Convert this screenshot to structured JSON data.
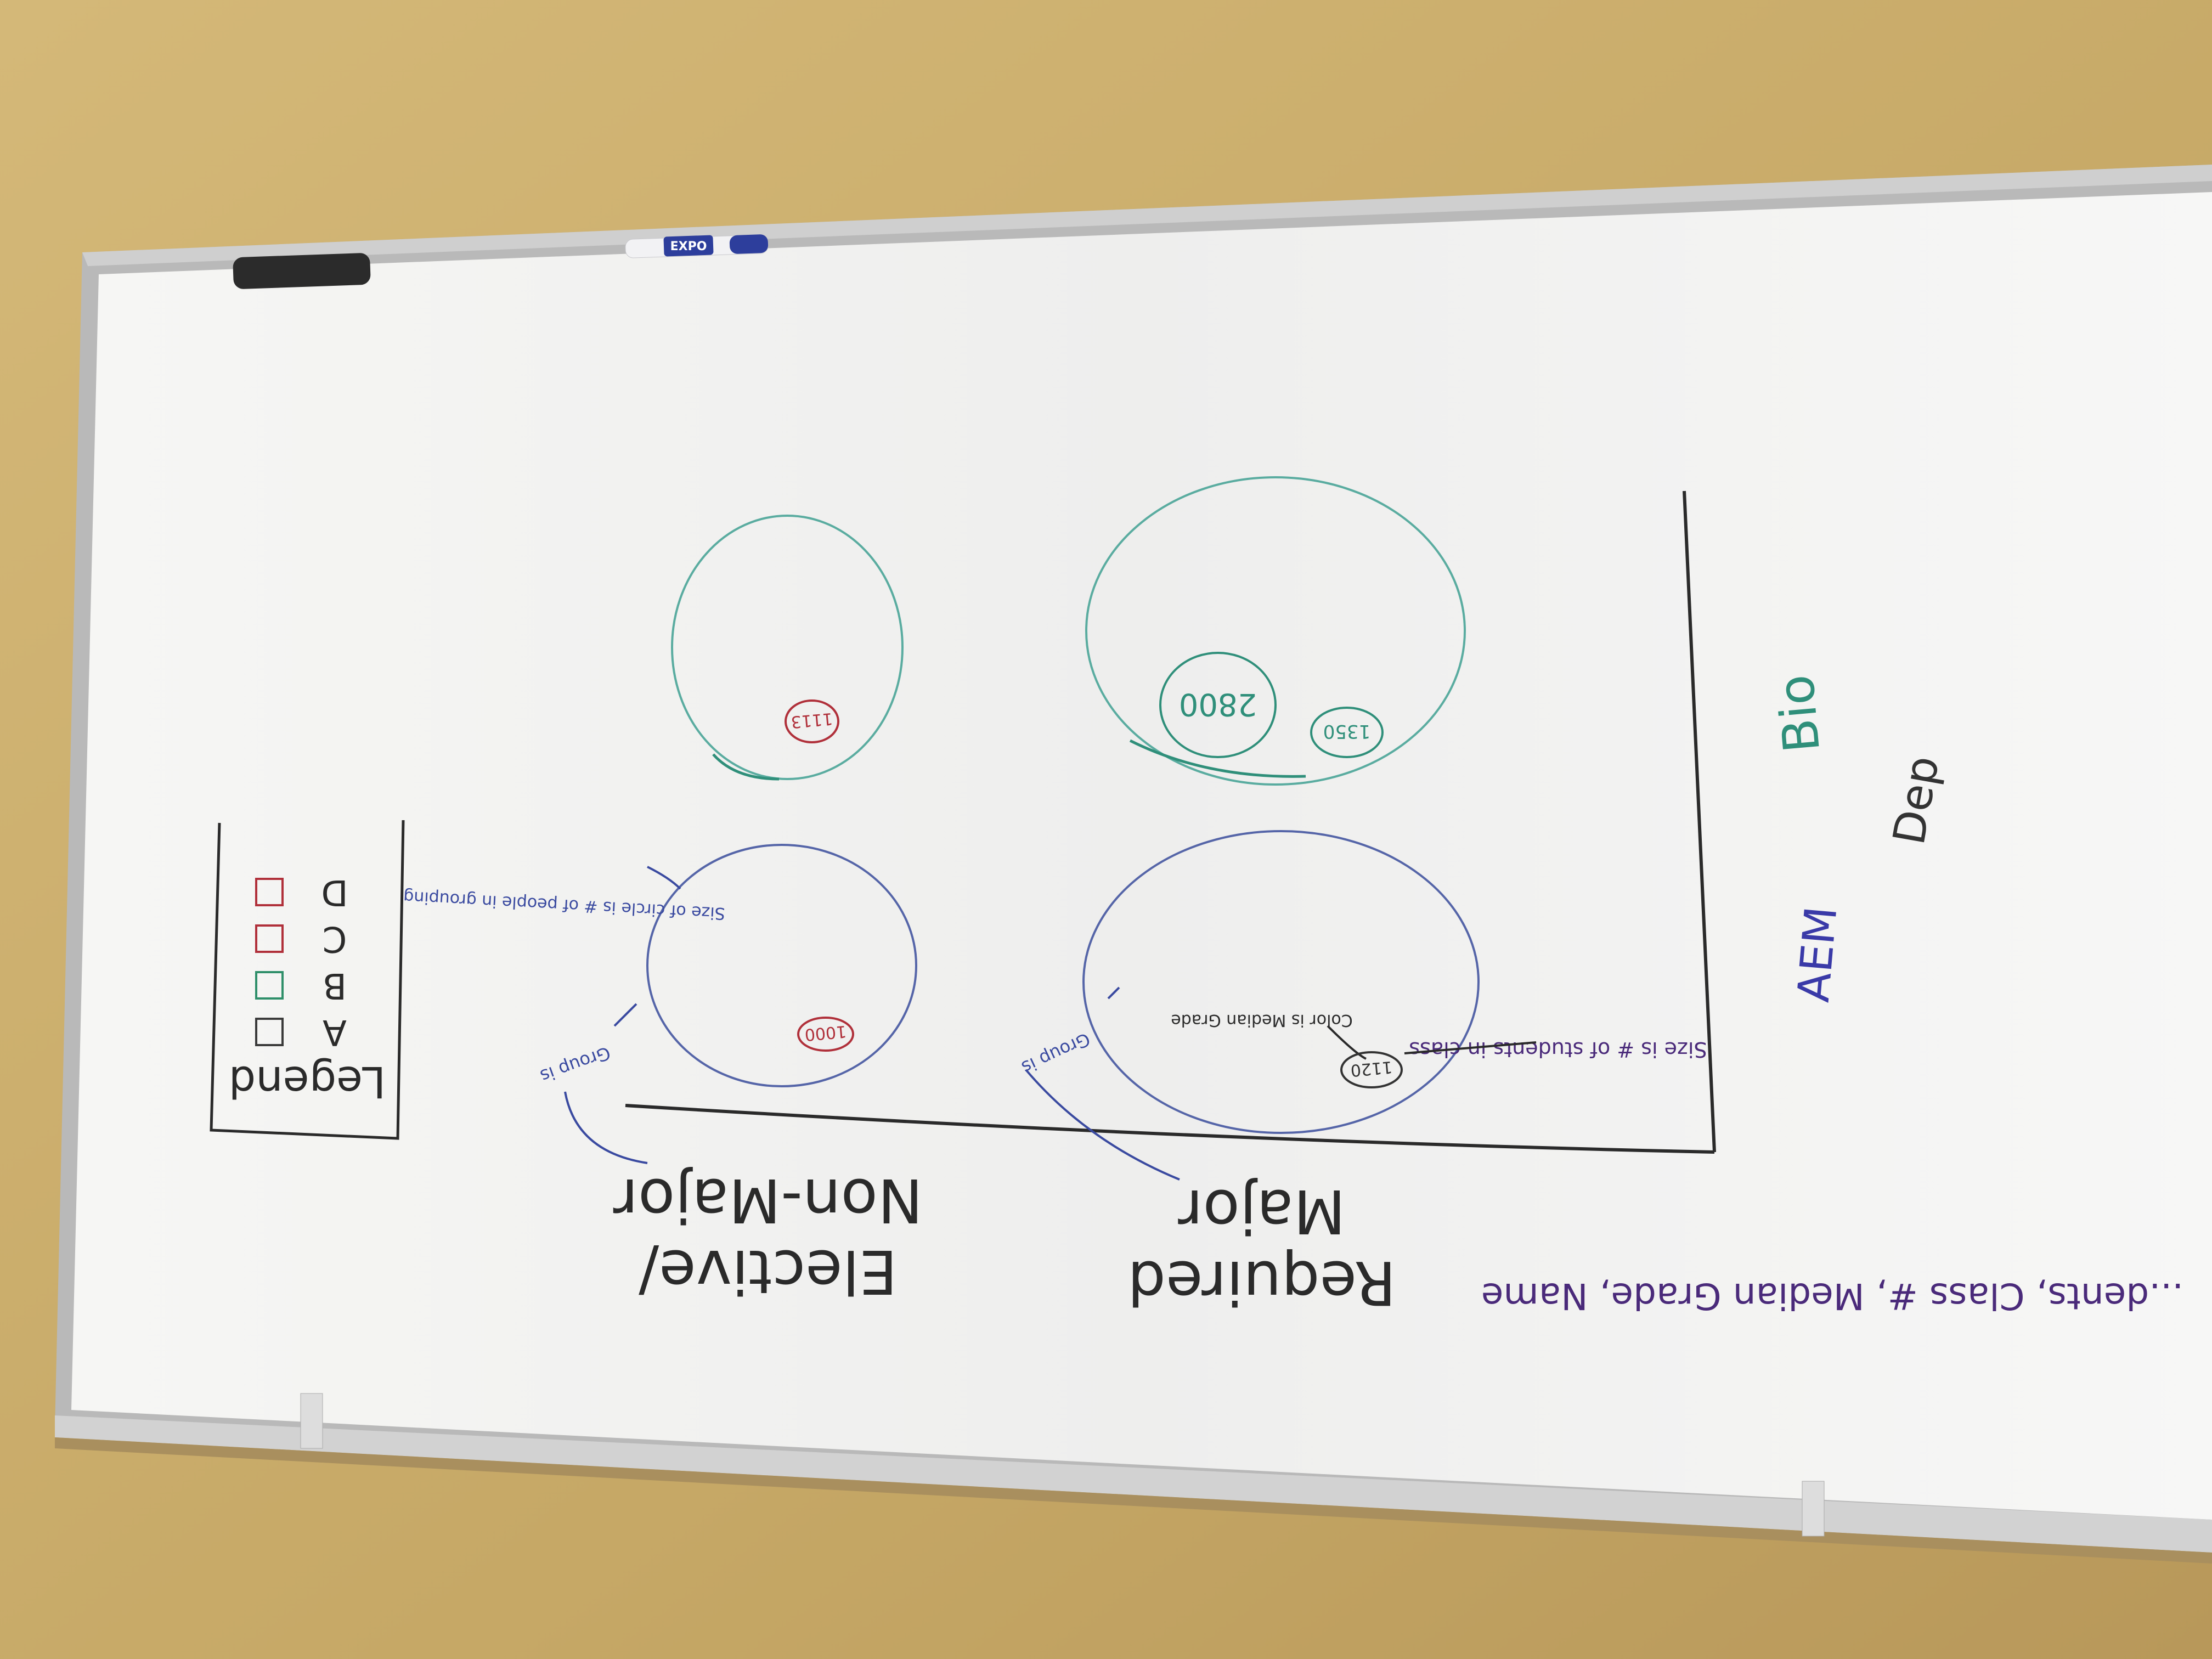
{
  "marker_brand": "EXPO",
  "legend": {
    "title": "Legend",
    "items": [
      {
        "label": "A",
        "swatch_color": "#3a3a3a"
      },
      {
        "label": "B",
        "swatch_color": "#2f8f6a"
      },
      {
        "label": "C",
        "swatch_color": "#b0303a"
      },
      {
        "label": "D",
        "swatch_color": "#b0303a"
      }
    ]
  },
  "annotations": {
    "circle_size_note": "Size of circle is # of people in grouping",
    "group_note_elective": "Group is",
    "group_note_required": "Group is",
    "bubble_size_note": "Size is # of students in class",
    "color_note": "Color is Median Grade"
  },
  "category_labels": {
    "elective_line1": "Elective/",
    "elective_line2": "Non-Major",
    "required_line1": "Required",
    "required_line2": "Major"
  },
  "bubbles": [
    {
      "label": "1000",
      "color": "#b0303a"
    },
    {
      "label": "1120",
      "color": "#333333"
    },
    {
      "label": "1113",
      "color": "#b0303a"
    },
    {
      "label": "2800",
      "color": "#2f8f7a"
    },
    {
      "label": "1350",
      "color": "#2f8f7a"
    }
  ],
  "departments": [
    {
      "label": "AEM",
      "color": "#3a3aa8"
    },
    {
      "label": "Bio",
      "color": "#2f8f7a"
    },
    {
      "label": "Dep",
      "color": "#333333"
    }
  ],
  "bottom_note": "...dents, Class #, Median Grade, Name",
  "colors": {
    "wall": "#c9ad6c",
    "board": "#f3f3f1",
    "blue_marker": "#3a4aa0",
    "teal_marker": "#3a9a8a",
    "red_marker": "#b0303a",
    "purple_marker": "#4a2a7a",
    "black_marker": "#2a2a2a"
  }
}
